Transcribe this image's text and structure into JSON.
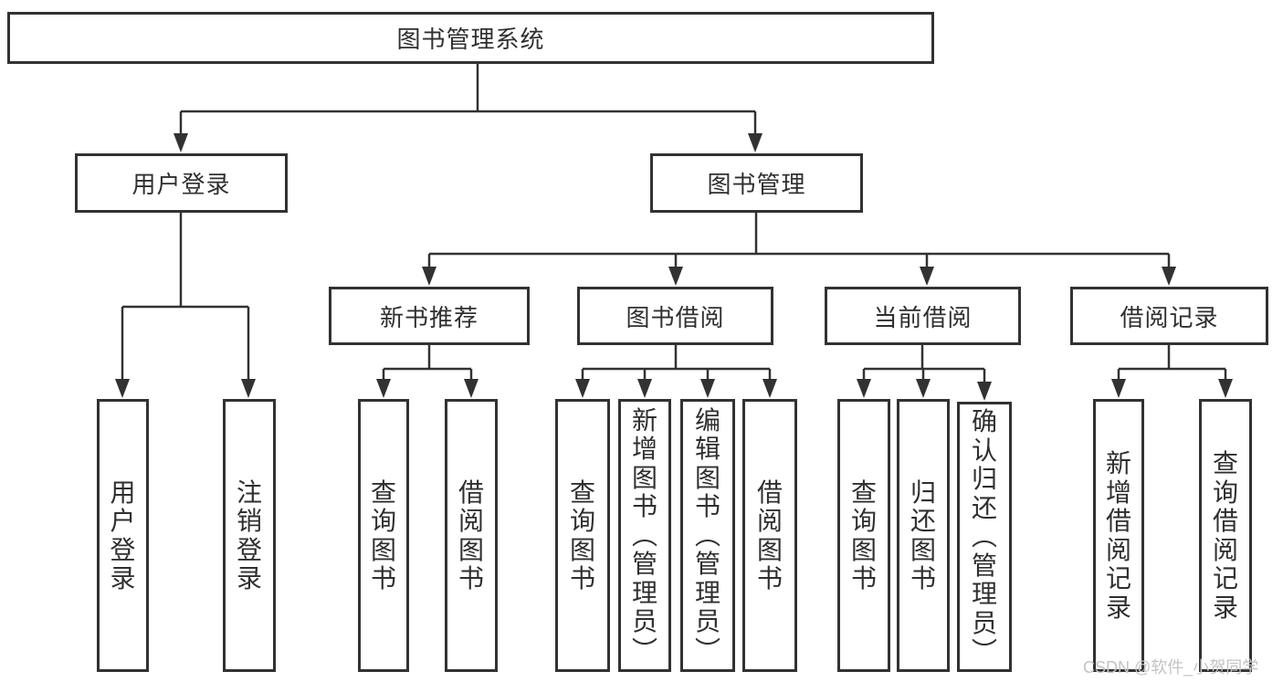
{
  "diagram": {
    "type": "hierarchy-tree",
    "colors": {
      "line": "#323232",
      "text": "#2f2f2f",
      "box_background": "#ffffff",
      "watermark": "#c3c3c3"
    },
    "nodes": {
      "root": {
        "label": "图书管理系统"
      },
      "user_login": {
        "label": "用户登录",
        "children": [
          {
            "label": "用户登录"
          },
          {
            "label": "注销登录"
          }
        ]
      },
      "book_management": {
        "label": "图书管理",
        "children": [
          {
            "label": "新书推荐",
            "children": [
              {
                "label": "查询图书"
              },
              {
                "label": "借阅图书"
              }
            ]
          },
          {
            "label": "图书借阅",
            "children": [
              {
                "label": "查询图书"
              },
              {
                "label": "新增图书（管理员）"
              },
              {
                "label": "编辑图书（管理员）"
              },
              {
                "label": "借阅图书"
              }
            ]
          },
          {
            "label": "当前借阅",
            "children": [
              {
                "label": "查询图书"
              },
              {
                "label": "归还图书"
              },
              {
                "label": "确认归还（管理员）"
              }
            ]
          },
          {
            "label": "借阅记录",
            "children": [
              {
                "label": "新增借阅记录"
              },
              {
                "label": "查询借阅记录"
              }
            ]
          }
        ]
      }
    },
    "watermark": "CSDN @软件_小贺同学"
  }
}
